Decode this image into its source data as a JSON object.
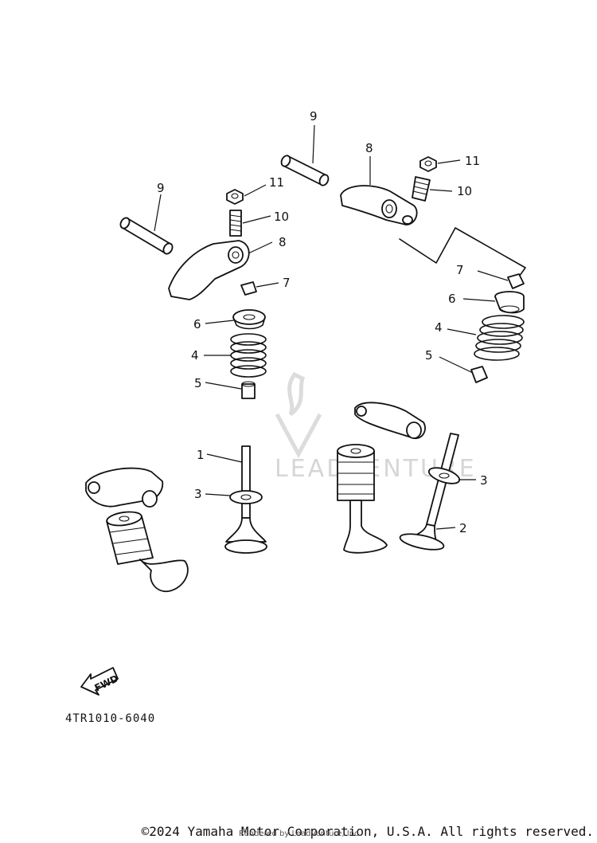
{
  "diagram": {
    "callouts": {
      "c9a": "9",
      "c9b": "9",
      "c8a": "8",
      "c8b": "8",
      "c11a": "11",
      "c11b": "11",
      "c10a": "10",
      "c10b": "10",
      "c7a": "7",
      "c7b": "7",
      "c6a": "6",
      "c6b": "6",
      "c4a": "4",
      "c4b": "4",
      "c5a": "5",
      "c5b": "5",
      "c1": "1",
      "c3a": "3",
      "c3b": "3",
      "c2": "2"
    },
    "fwd_label": "FWD",
    "diagram_code": "4TR1010-6040",
    "watermark": "LEADVENTURE"
  },
  "footer": {
    "copyright": "©2024 Yamaha Motor Corporation, U.S.A. All rights reserved.",
    "rendered_by": "Rendered by LeadVenture, Inc."
  }
}
